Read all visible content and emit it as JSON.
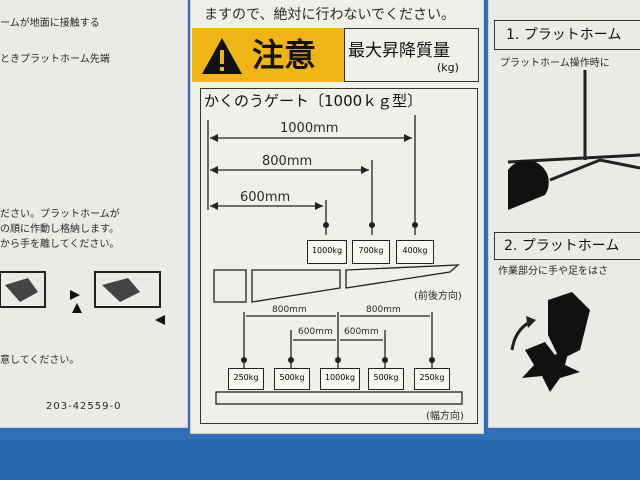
{
  "left": {
    "line1": "ームが地面に接触する",
    "line2": "ときプラットホーム先端",
    "line3": "ださい。プラットホームが",
    "line4": "の順に作動し格納します。",
    "line5": "から手を離してください。",
    "line6": "意してください。",
    "code": "203-42559-0"
  },
  "center": {
    "top_text": "ますので、絶対に行わないでください。",
    "caution": "注意",
    "max_load": "最大昇降質量",
    "unit": "(kg)",
    "gate_title": "かくのうゲート〔1000ｋｇ型〕",
    "dim_1000": "1000mm",
    "dim_800": "800mm",
    "dim_600": "600mm",
    "w1000": "1000kg",
    "w700": "700kg",
    "w400": "400kg",
    "front_back": "(前後方向)",
    "width_dir": "(幅方向)",
    "dim_800a": "800mm",
    "dim_800b": "800mm",
    "dim_600a": "600mm",
    "dim_600b": "600mm",
    "b250a": "250kg",
    "b500a": "500kg",
    "b1000": "1000kg",
    "b500b": "500kg",
    "b250b": "250kg"
  },
  "right": {
    "step1": "1. プラットホーム",
    "step1_text": "プラットホーム操作時に",
    "step2": "2. プラットホーム",
    "step2_text": "作業部分に手や足をはさ"
  },
  "colors": {
    "caution": "#f1b417",
    "background": "#2f6fb8",
    "panel": "#e9ebe6"
  }
}
